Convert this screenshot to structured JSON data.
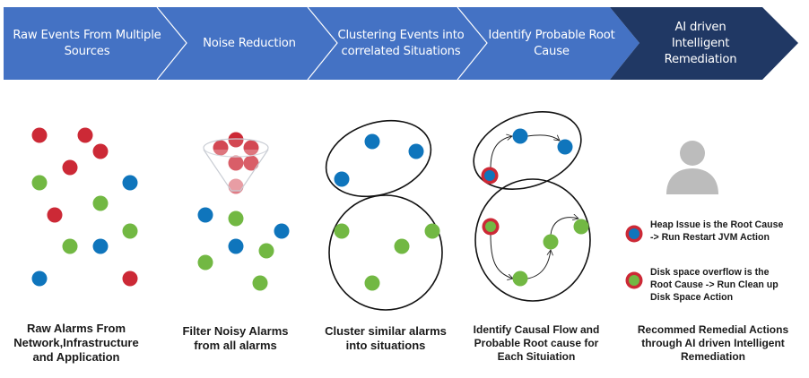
{
  "colors": {
    "chevron_light": "#4472c4",
    "chevron_dark": "#203864",
    "chevron_divider": "#ffffff",
    "alarm_red": "#cc2936",
    "alarm_red_faded": "#e07d86",
    "alarm_green": "#72b843",
    "alarm_blue": "#0f75bc",
    "root_cause_ring": "#cc2936",
    "cluster_outline": "#111111",
    "avatar_gray": "#bcbcbc"
  },
  "pipeline": {
    "steps": [
      {
        "label": "Raw Events From Multiple Sources",
        "style": "light"
      },
      {
        "label": "Noise Reduction",
        "style": "light"
      },
      {
        "label": "Clustering Events into correlated Situations",
        "style": "light"
      },
      {
        "label": "Identify Probable Root Cause",
        "style": "light"
      },
      {
        "label": "AI driven Intelligent Remediation",
        "style": "dark"
      }
    ]
  },
  "panels": {
    "raw_alarms": {
      "caption": "Raw Alarms From Network,Infrastructure and Application",
      "dots": [
        "red",
        "red",
        "red",
        "red",
        "green",
        "blue",
        "green",
        "red",
        "green",
        "green",
        "blue",
        "blue",
        "red"
      ]
    },
    "noise_filter": {
      "caption": "Filter Noisy Alarms from all alarms",
      "funnel_dots": [
        "red",
        "red",
        "red",
        "red",
        "red",
        "red_faded"
      ],
      "remaining_dots": [
        "blue",
        "green",
        "blue",
        "blue",
        "green",
        "green",
        "green"
      ]
    },
    "clustering": {
      "caption": "Cluster similar alarms into situations",
      "clusters": [
        {
          "name": "blue-cluster",
          "dots": [
            "blue",
            "blue",
            "blue"
          ]
        },
        {
          "name": "green-cluster",
          "dots": [
            "green",
            "green",
            "green",
            "green"
          ]
        }
      ]
    },
    "root_cause": {
      "caption": "Identify Causal Flow and Probable Root cause for Each Situiation",
      "clusters": [
        {
          "name": "blue-situation",
          "root": "blue",
          "flow": [
            "blue",
            "blue"
          ]
        },
        {
          "name": "green-situation",
          "root": "green",
          "flow": [
            "green",
            "green",
            "green"
          ]
        }
      ]
    },
    "remediation": {
      "caption": "Recommed Remedial Actions  through AI driven Intelligent Remediation",
      "avatar": "user-avatar-icon",
      "legend": [
        {
          "color": "blue",
          "lines": [
            "Heap Issue is the Root Cause",
            "-> Run Restart JVM Action"
          ]
        },
        {
          "color": "green",
          "lines": [
            "Disk space overflow is the",
            "Root Cause -> Run Clean up",
            "Disk Space Action"
          ]
        }
      ]
    }
  }
}
